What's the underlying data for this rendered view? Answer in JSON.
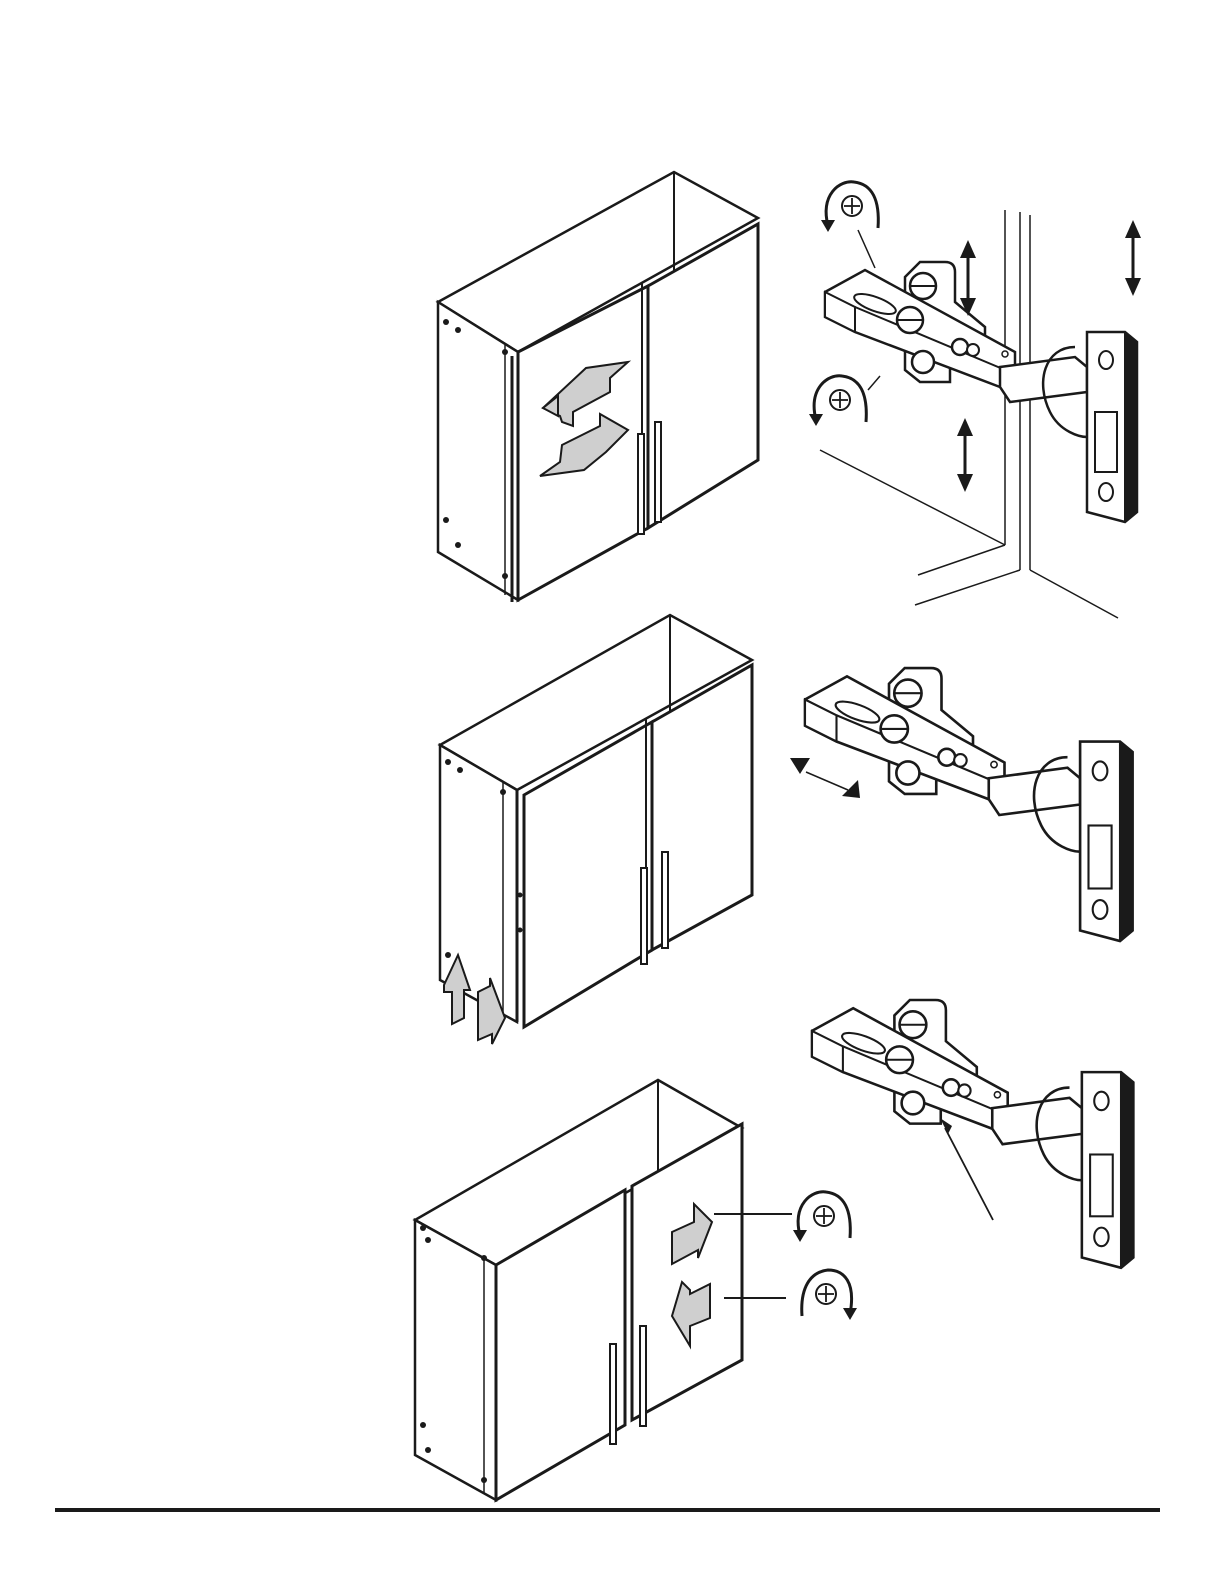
{
  "document": {
    "type": "assembly-instructions-page",
    "text_present": false
  },
  "colors": {
    "ink": "#1a1a1a",
    "paper": "#ffffff",
    "arrow_fill": "#cfcfcf",
    "panel_fill": "#ffffff"
  },
  "steps": [
    {
      "name": "vertical-adjustment",
      "cabinet_arrows": [
        "up-arrow",
        "down-arrow"
      ],
      "hinge_indicators": [
        "screw-rotate-ccw-icon",
        "screw-rotate-ccw-icon",
        "double-arrow-vertical-icon"
      ]
    },
    {
      "name": "depth-adjustment",
      "cabinet_arrows": [
        "in-arrow",
        "out-arrow"
      ],
      "hinge_indicators": [
        "depth-triangle-arrows-icon"
      ]
    },
    {
      "name": "side-adjustment",
      "cabinet_arrows": [
        "right-arrow",
        "left-arrow"
      ],
      "hinge_indicators": [
        "screw-rotate-cw-icon",
        "screw-rotate-ccw-icon",
        "leader-line"
      ]
    }
  ]
}
